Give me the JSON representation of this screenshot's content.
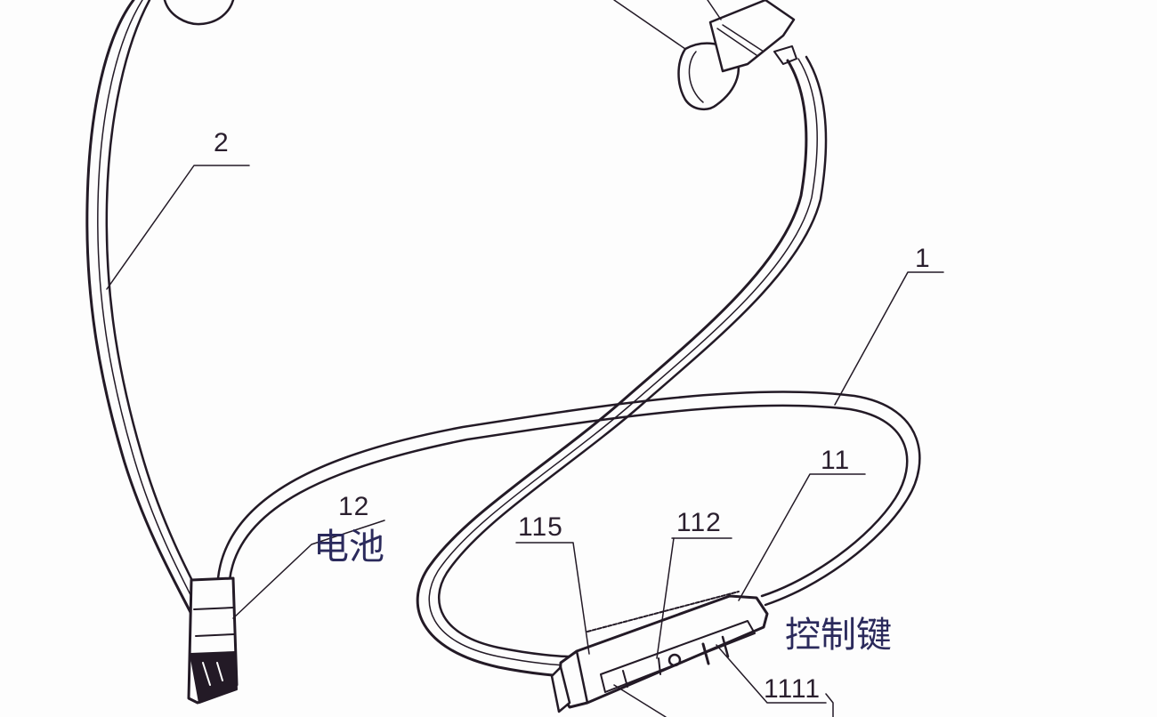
{
  "figure": {
    "subject": "neckband earphone line drawing",
    "line_color": "#231a26",
    "annotation_color": "#2b2a5c",
    "background": "#fdfdfd"
  },
  "labels": {
    "ref_2": "2",
    "ref_1": "1",
    "ref_12": "12",
    "ref_11": "11",
    "ref_115": "115",
    "ref_112": "112",
    "ref_1111": "1111"
  },
  "annotations": {
    "battery": "电池",
    "control_keys": "控制键"
  }
}
